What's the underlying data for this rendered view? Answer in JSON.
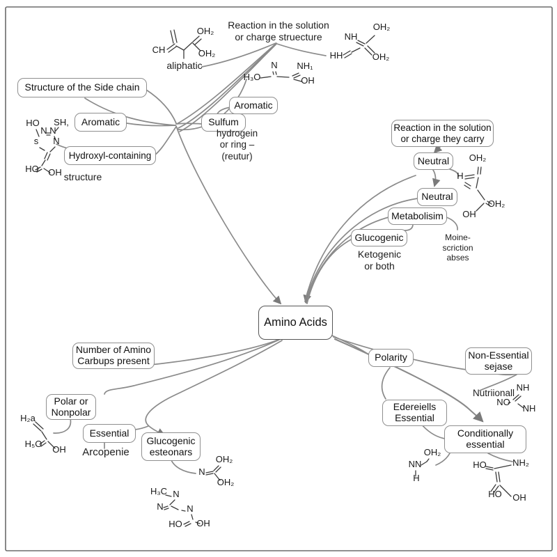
{
  "title": "Amino acids classification concept map",
  "colors": {
    "edge": "#8a8a8a",
    "bond": "#3a3a3a",
    "box_border": "#8f8f8f",
    "text": "#111111"
  },
  "top_title": {
    "line1": "Reaction in the solution",
    "line2": "or charge struecture"
  },
  "nodes": {
    "side_chain": "Structure of the Side chain",
    "aromatic_left": "Aromatic",
    "aromatic_mid": "Aromatic",
    "sulfum": "Sulfum",
    "hydroxyl": "Hydroxyl-containing",
    "reaction_carry": {
      "line1": "Reaction in the solution",
      "line2": "or charge they carry"
    },
    "neutral1": "Neutral",
    "neutral2": "Neutral",
    "metabolism": "Metabolisim",
    "glucogenic_right": "Glucogenic",
    "amino": "Amino Acids",
    "num_amino": {
      "line1": "Number of Amino",
      "line2": "Carbups present"
    },
    "polarity": "Polarity",
    "non_essential": {
      "line1": "Non-Essential",
      "line2": "sejase"
    },
    "polar": {
      "line1": "Polar or",
      "line2": "Nonpolar"
    },
    "essential": "Essential",
    "glucogenic_est": {
      "line1": "Glucogenic",
      "line2": "esteonars"
    },
    "ederiells": {
      "line1": "Edereiells",
      "line2": "Essential"
    },
    "conditionally": {
      "line1": "Conditionally",
      "line2": "essential"
    }
  },
  "labels": {
    "aliphatic": "aliphatic",
    "hydro_ring": {
      "line1": "hydrogein",
      "line2": "or ring –",
      "line3": "(reutur)"
    },
    "structure": "structure",
    "ketogenic": {
      "line1": "Ketogenic",
      "line2": "or both"
    },
    "moine": {
      "line1": "Moine-",
      "line2": "scriction",
      "line3": "abses"
    },
    "arcopenie": "Arcopenie",
    "nutriionall": "Nutriionall"
  },
  "chem": {
    "structures": [
      {
        "name": "aliphatic-structure",
        "atoms": [
          [
            "CH",
            228,
            76
          ],
          [
            "OH₂",
            295,
            49
          ],
          [
            "OH₂",
            297,
            81
          ]
        ],
        "bonds": [
          [
            240,
            71,
            251,
            63
          ],
          [
            242,
            75,
            253,
            67
          ],
          [
            249,
            62,
            245,
            44
          ],
          [
            254,
            61,
            250,
            43
          ],
          [
            253,
            66,
            264,
            72
          ],
          [
            264,
            72,
            264,
            84
          ],
          [
            264,
            72,
            276,
            61
          ],
          [
            277,
            60,
            286,
            52
          ],
          [
            280,
            64,
            289,
            56
          ],
          [
            277,
            62,
            288,
            73
          ]
        ]
      },
      {
        "name": "amide-structure-top-right",
        "atoms": [
          [
            "NH",
            504,
            57
          ],
          [
            "OH₂",
            548,
            43
          ],
          [
            "OH₂",
            547,
            86
          ],
          [
            "HH",
            483,
            84
          ]
        ],
        "bonds": [
          [
            493,
            79,
            503,
            73
          ],
          [
            495,
            83,
            505,
            77
          ],
          [
            505,
            75,
            517,
            69
          ],
          [
            514,
            58,
            524,
            63
          ],
          [
            512,
            61,
            522,
            66
          ],
          [
            526,
            62,
            538,
            51
          ],
          [
            528,
            66,
            538,
            76
          ],
          [
            524,
            69,
            534,
            79
          ]
        ]
      },
      {
        "name": "amide-structure-mid",
        "atoms": [
          [
            "N",
            394,
            98
          ],
          [
            "NH₁",
            438,
            99
          ],
          [
            "H₃O",
            362,
            115
          ],
          [
            "OH",
            442,
            120
          ]
        ],
        "bonds": [
          [
            374,
            112,
            389,
            110
          ],
          [
            393,
            107,
            392,
            103
          ],
          [
            397,
            107,
            396,
            103
          ],
          [
            398,
            110,
            415,
            111
          ],
          [
            420,
            109,
            429,
            105
          ],
          [
            422,
            112,
            431,
            108
          ],
          [
            422,
            114,
            433,
            117
          ]
        ]
      },
      {
        "name": "thiol-ring-structure",
        "atoms": [
          [
            "HO",
            47,
            181
          ],
          [
            "SH,",
            88,
            180
          ],
          [
            "s",
            52,
            207
          ],
          [
            "N",
            63,
            192
          ],
          [
            "N",
            76,
            192
          ],
          [
            "N",
            81,
            207
          ],
          [
            "HO",
            46,
            247
          ],
          [
            "OH",
            79,
            252
          ]
        ],
        "bonds": [
          [
            52,
            186,
            56,
            196
          ],
          [
            67,
            191,
            72,
            191
          ],
          [
            67,
            194,
            72,
            194
          ],
          [
            78,
            196,
            80,
            201
          ],
          [
            84,
            183,
            80,
            188
          ],
          [
            79,
            211,
            72,
            218
          ],
          [
            64,
            216,
            57,
            212
          ],
          [
            68,
            219,
            64,
            228
          ],
          [
            72,
            221,
            68,
            230
          ],
          [
            65,
            230,
            60,
            238
          ],
          [
            58,
            240,
            51,
            244
          ],
          [
            60,
            243,
            53,
            247
          ],
          [
            63,
            242,
            72,
            248
          ]
        ]
      },
      {
        "name": "neutral-structure",
        "atoms": [
          [
            "OH₂",
            686,
            231
          ],
          [
            "H",
            661,
            257
          ],
          [
            "OH₂",
            713,
            297
          ],
          [
            "OH",
            674,
            312
          ]
        ],
        "bonds": [
          [
            668,
            253,
            681,
            251
          ],
          [
            668,
            257,
            681,
            255
          ],
          [
            686,
            250,
            687,
            240
          ],
          [
            690,
            250,
            691,
            240
          ],
          [
            687,
            255,
            684,
            270
          ],
          [
            676,
            267,
            668,
            262
          ],
          [
            675,
            271,
            667,
            266
          ],
          [
            686,
            273,
            696,
            287
          ],
          [
            700,
            289,
            706,
            293
          ],
          [
            698,
            292,
            704,
            296
          ],
          [
            695,
            292,
            684,
            303
          ]
        ]
      },
      {
        "name": "polar-structure",
        "atoms": [
          [
            "H₂a",
            40,
            605
          ],
          [
            "H₅O",
            48,
            642
          ],
          [
            "OH",
            85,
            650
          ]
        ],
        "bonds": [
          [
            48,
            609,
            59,
            619
          ],
          [
            51,
            606,
            62,
            616
          ],
          [
            60,
            620,
            67,
            631
          ],
          [
            64,
            633,
            57,
            638
          ],
          [
            66,
            636,
            59,
            641
          ],
          [
            69,
            634,
            79,
            644
          ]
        ]
      },
      {
        "name": "imine-structure",
        "atoms": [
          [
            "N",
            290,
            682
          ],
          [
            "OH₂",
            322,
            664
          ],
          [
            "OH₂",
            324,
            697
          ]
        ],
        "bonds": [
          [
            296,
            679,
            306,
            677
          ],
          [
            296,
            682,
            306,
            680
          ],
          [
            307,
            676,
            314,
            669
          ],
          [
            310,
            678,
            317,
            671
          ],
          [
            308,
            680,
            316,
            690
          ]
        ]
      },
      {
        "name": "ring-structure-bottom",
        "atoms": [
          [
            "H₃C",
            228,
            710
          ],
          [
            "N",
            253,
            714
          ],
          [
            "N",
            230,
            732
          ],
          [
            "N",
            273,
            735
          ],
          [
            "HO",
            252,
            757
          ],
          [
            "OH",
            292,
            756
          ]
        ],
        "bonds": [
          [
            238,
            711,
            246,
            713
          ],
          [
            251,
            718,
            244,
            725
          ],
          [
            235,
            729,
            241,
            727
          ],
          [
            236,
            732,
            242,
            730
          ],
          [
            246,
            727,
            256,
            732
          ],
          [
            261,
            733,
            266,
            734
          ],
          [
            275,
            739,
            277,
            746
          ],
          [
            272,
            749,
            264,
            753
          ],
          [
            274,
            752,
            266,
            756
          ],
          [
            281,
            750,
            287,
            752
          ]
        ]
      },
      {
        "name": "guanidine-structure",
        "atoms": [
          [
            "NH",
            751,
            561
          ],
          [
            "NO",
            723,
            582
          ],
          [
            "NH",
            760,
            591
          ]
        ],
        "bonds": [
          [
            737,
            574,
            745,
            567
          ],
          [
            740,
            576,
            748,
            569
          ],
          [
            733,
            578,
            730,
            579
          ],
          [
            744,
            580,
            752,
            586
          ]
        ]
      },
      {
        "name": "amine-structure",
        "atoms": [
          [
            "OH₂",
            621,
            654
          ],
          [
            "NN",
            596,
            671
          ],
          [
            "H",
            598,
            691
          ]
        ],
        "bonds": [
          [
            605,
            668,
            613,
            663
          ],
          [
            613,
            663,
            616,
            659
          ],
          [
            597,
            676,
            597,
            684
          ]
        ]
      },
      {
        "name": "serine-structure",
        "atoms": [
          [
            "HO",
            689,
            672
          ],
          [
            "NH₂",
            748,
            669
          ],
          [
            "HO",
            711,
            714
          ],
          [
            "OH",
            746,
            719
          ]
        ],
        "bonds": [
          [
            698,
            670,
            708,
            672
          ],
          [
            698,
            673,
            708,
            675
          ],
          [
            710,
            673,
            734,
            668
          ],
          [
            712,
            678,
            714,
            692
          ],
          [
            716,
            678,
            718,
            692
          ],
          [
            712,
            696,
            705,
            706
          ],
          [
            716,
            698,
            709,
            708
          ],
          [
            718,
            697,
            734,
            713
          ]
        ]
      }
    ]
  }
}
